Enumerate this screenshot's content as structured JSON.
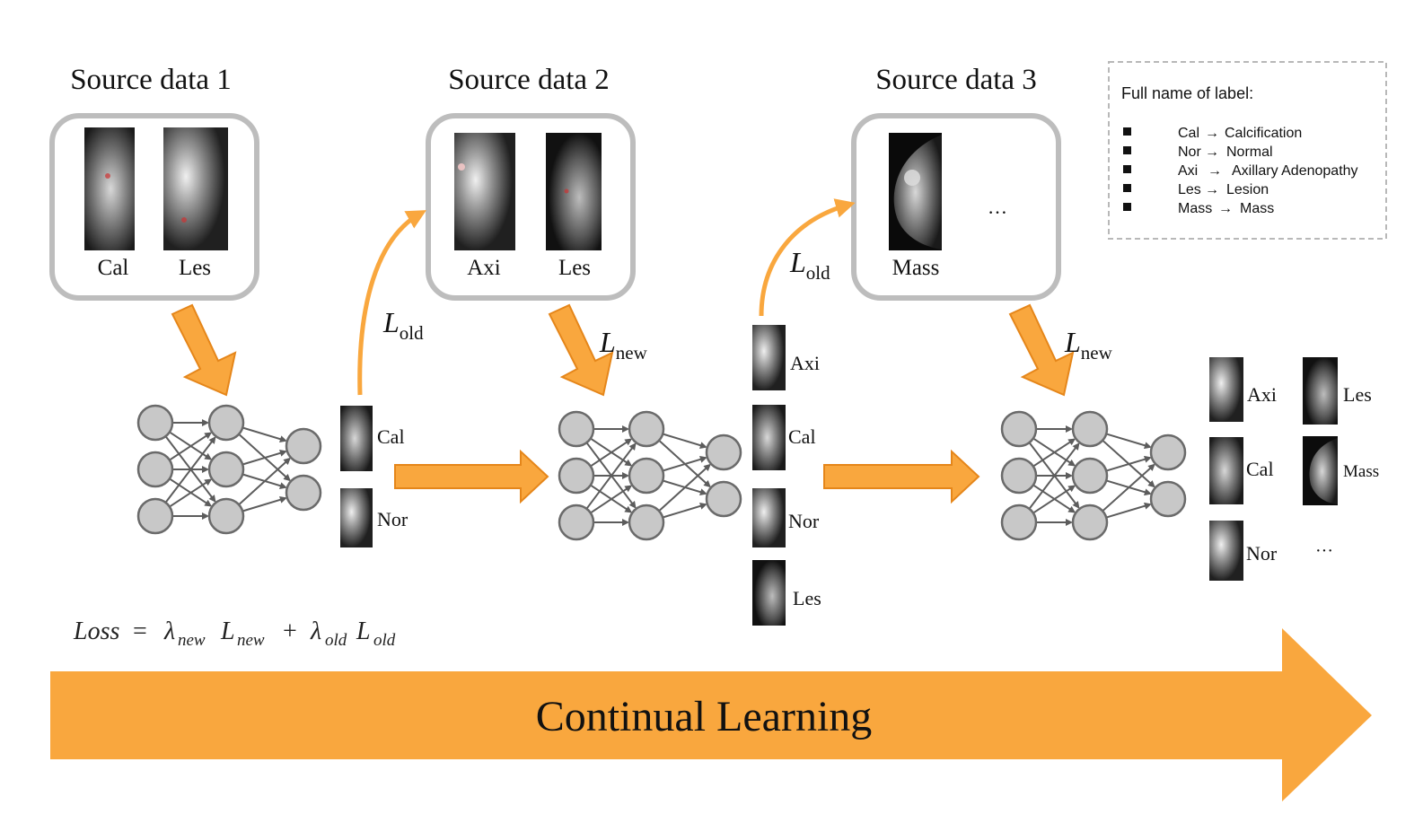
{
  "stages": [
    {
      "title": "Source data 1",
      "labels": [
        "Cal",
        "Les"
      ]
    },
    {
      "title": "Source data 2",
      "labels": [
        "Axi",
        "Les"
      ]
    },
    {
      "title": "Source data 3",
      "labels": [
        "Mass"
      ],
      "ellipsis": "…"
    }
  ],
  "losses": {
    "old_symbol": "L",
    "old_sub": "old",
    "new_symbol": "L",
    "new_sub": "new"
  },
  "outputs": {
    "stage1": [
      "Cal",
      "Nor"
    ],
    "stage2": [
      "Axi",
      "Cal",
      "Nor",
      "Les"
    ],
    "stage3_col1": [
      "Axi",
      "Cal",
      "Nor"
    ],
    "stage3_col2": [
      "Les",
      "Mass"
    ],
    "stage3_ellipsis": "···"
  },
  "legend": {
    "title": "Full name of label:",
    "items": [
      {
        "abbr": "Cal",
        "arrow": "→",
        "full": "Calcification"
      },
      {
        "abbr": "Nor",
        "arrow": "→",
        "full": "Normal"
      },
      {
        "abbr": "Axi",
        "arrow": "→",
        "full": "Axillary Adenopathy"
      },
      {
        "abbr": "Les",
        "arrow": "→",
        "full": "Lesion"
      },
      {
        "abbr": "Mass",
        "arrow": "→",
        "full": "Mass"
      }
    ]
  },
  "formula": {
    "lhs": "Loss",
    "eq": "=",
    "lambda": "λ",
    "new": "new",
    "old": "old",
    "plus": "+",
    "L": "L"
  },
  "banner": "Continual Learning",
  "colors": {
    "orange": "#f9a73e",
    "orange_stroke": "#e5861a",
    "node_fill": "#c8c8c8",
    "node_stroke": "#6a6a6a",
    "box_stroke": "#bdbdbd"
  }
}
